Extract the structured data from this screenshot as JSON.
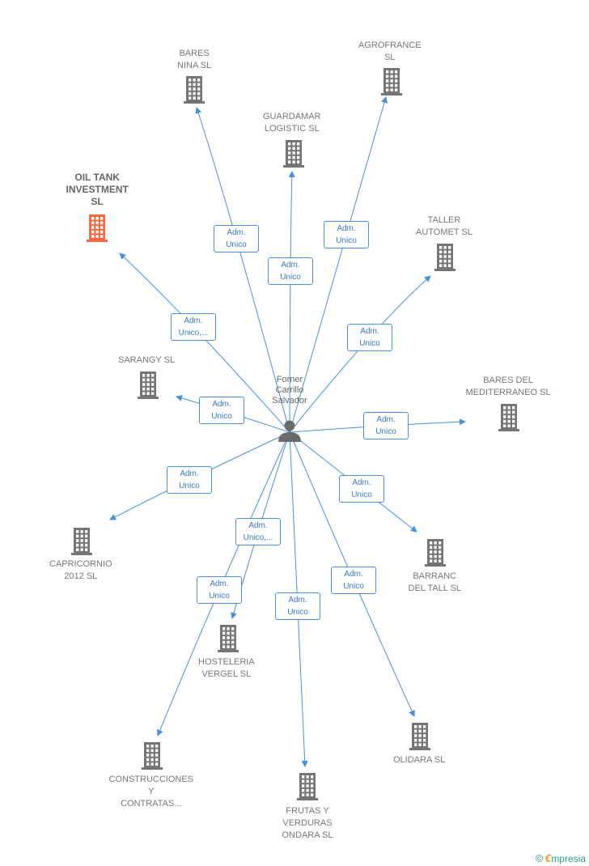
{
  "colors": {
    "edge": "#4a90d9",
    "building": "#757575",
    "building_highlight": "#f26a3d",
    "person": "#6b6b6b"
  },
  "center": {
    "lines": [
      "Forner",
      "Carrillo",
      "Salvador"
    ],
    "icon": "person-icon"
  },
  "nodes": [
    {
      "id": "bares-nina",
      "lines": [
        "BARES",
        "NINA SL"
      ],
      "highlight": false
    },
    {
      "id": "agrofrance",
      "lines": [
        "AGROFRANCE",
        "SL"
      ],
      "highlight": false
    },
    {
      "id": "guardamar",
      "lines": [
        "GUARDAMAR",
        "LOGISTIC SL"
      ],
      "highlight": false
    },
    {
      "id": "oil-tank",
      "lines": [
        "OIL TANK",
        "INVESTMENT",
        "SL"
      ],
      "highlight": true
    },
    {
      "id": "taller-automet",
      "lines": [
        "TALLER",
        "AUTOMET SL"
      ],
      "highlight": false
    },
    {
      "id": "sarangy",
      "lines": [
        "SARANGY SL"
      ],
      "highlight": false
    },
    {
      "id": "bares-mediterraneo",
      "lines": [
        "BARES DEL",
        "MEDITERRANEO SL"
      ],
      "highlight": false
    },
    {
      "id": "capricornio",
      "lines": [
        "CAPRICORNIO",
        "2012 SL"
      ],
      "highlight": false
    },
    {
      "id": "barranc",
      "lines": [
        "BARRANC",
        "DEL TALL SL"
      ],
      "highlight": false
    },
    {
      "id": "hosteleria",
      "lines": [
        "HOSTELERIA",
        "VERGEL SL"
      ],
      "highlight": false
    },
    {
      "id": "olidara",
      "lines": [
        "OLIDARA SL"
      ],
      "highlight": false
    },
    {
      "id": "construcciones",
      "lines": [
        "CONSTRUCCIONES",
        "Y",
        "CONTRATAS..."
      ],
      "highlight": false
    },
    {
      "id": "frutas",
      "lines": [
        "FRUTAS Y",
        "VERDURAS",
        "ONDARA SL"
      ],
      "highlight": false
    }
  ],
  "edges": [
    {
      "to": "bares-nina",
      "label": [
        "Adm.",
        "Unico"
      ]
    },
    {
      "to": "agrofrance",
      "label": [
        "Adm.",
        "Unico"
      ]
    },
    {
      "to": "guardamar",
      "label": [
        "Adm.",
        "Unico"
      ]
    },
    {
      "to": "oil-tank",
      "label": [
        "Adm.",
        "Unico,..."
      ]
    },
    {
      "to": "taller-automet",
      "label": [
        "Adm.",
        "Unico"
      ]
    },
    {
      "to": "sarangy",
      "label": [
        "Adm.",
        "Unico"
      ]
    },
    {
      "to": "bares-mediterraneo",
      "label": [
        "Adm.",
        "Unico"
      ]
    },
    {
      "to": "capricornio",
      "label": [
        "Adm.",
        "Unico"
      ]
    },
    {
      "to": "barranc",
      "label": [
        "Adm.",
        "Unico"
      ]
    },
    {
      "to": "hosteleria",
      "label": [
        "Adm.",
        "Unico,..."
      ]
    },
    {
      "to": "olidara",
      "label": [
        "Adm.",
        "Unico"
      ]
    },
    {
      "to": "construcciones",
      "label": [
        "Adm.",
        "Unico"
      ]
    },
    {
      "to": "frutas",
      "label": [
        "Adm.",
        "Unico"
      ]
    }
  ],
  "brand": {
    "copyright": "©",
    "initial": "€",
    "name": "mpresia"
  }
}
